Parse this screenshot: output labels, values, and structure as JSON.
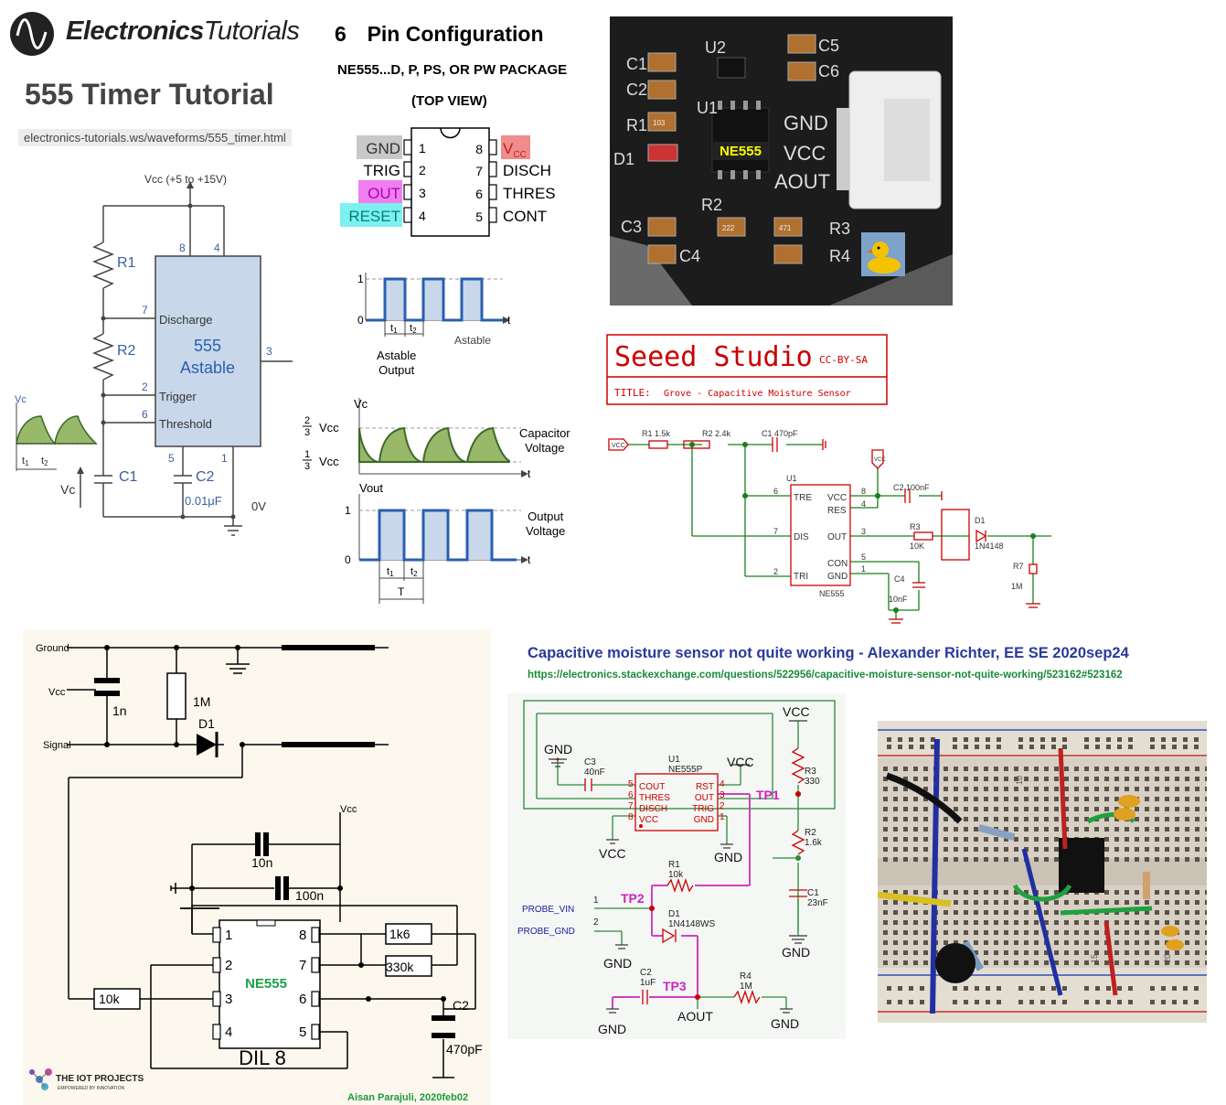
{
  "tutorial": {
    "logo_bold": "Electronics",
    "logo_light": "Tutorials",
    "title": "555 Timer Tutorial",
    "url": "electronics-tutorials.ws/waveforms/555_timer.html",
    "vcc_label": "Vcc (+5 to +15V)",
    "r1": "R1",
    "r2": "R2",
    "c1": "C1",
    "c2": "C2",
    "c2_value": "0.01μF",
    "chip_name": "555",
    "chip_mode": "Astable",
    "discharge": "Discharge",
    "trigger": "Trigger",
    "threshold": "Threshold",
    "pin8": "8",
    "pin4": "4",
    "pin7": "7",
    "pin2": "2",
    "pin6": "6",
    "pin5": "5",
    "pin1": "1",
    "pin3": "3",
    "zero_v": "0V",
    "vc": "Vc",
    "t1": "t",
    "t2": "t",
    "sub1": "1",
    "sub2": "2"
  },
  "pinconfig": {
    "heading_num": "6",
    "heading": "Pin Configuration",
    "package": "NE555...D, P, PS, OR PW PACKAGE",
    "view": "(TOP VIEW)",
    "left_pins": [
      {
        "name": "GND",
        "num": "1",
        "bg": "#c8c8c8"
      },
      {
        "name": "TRIG",
        "num": "2",
        "bg": ""
      },
      {
        "name": "OUT",
        "num": "3",
        "bg": "#f07ef0"
      },
      {
        "name": "RESET",
        "num": "4",
        "bg": "#7ef0f0"
      }
    ],
    "right_pins": [
      {
        "name": "V",
        "sub": "CC",
        "num": "8",
        "bg": "#f08c8c"
      },
      {
        "name": "DISCH",
        "num": "7",
        "bg": ""
      },
      {
        "name": "THRES",
        "num": "6",
        "bg": ""
      },
      {
        "name": "CONT",
        "num": "5",
        "bg": ""
      }
    ]
  },
  "waveforms": {
    "astable_one": "1",
    "astable_zero": "0",
    "t_axis": "t",
    "astable_output": "Astable\nOutput",
    "astable_cut": "Astable",
    "vcc_frac_top_num": "2",
    "vcc_frac_top_den": "3",
    "vcc_frac_bot_num": "1",
    "vcc_frac_bot_den": "3",
    "vcc": "Vcc",
    "vc": "Vc",
    "capacitor_voltage": "Capacitor\nVoltage",
    "vout": "Vout",
    "output_voltage": "Output\nVoltage",
    "big_t": "T"
  },
  "board_photo": {
    "chip_label": "NE555",
    "labels": [
      "U2",
      "C5",
      "C1",
      "C6",
      "C2",
      "U1",
      "R1",
      "GND",
      "D1",
      "VCC",
      "AOUT",
      "R2",
      "C3",
      "R3",
      "C4",
      "R4"
    ],
    "codes": [
      "103",
      "222",
      "471"
    ]
  },
  "seeed": {
    "brand": "Seeed Studio",
    "license": "CC-BY-SA",
    "title_label": "TITLE:",
    "title": "Grove - Capacitive Moisture Sensor",
    "vcc": "VCC",
    "r1": "R1  1.5k",
    "r2": "R2  2.4k",
    "c1": "C1  470pF",
    "u1": "U1",
    "tre": "TRE",
    "vcc_pin": "VCC",
    "res": "RES",
    "dis": "DIS",
    "out": "OUT",
    "con": "CON",
    "tri": "TRI",
    "gnd": "GND",
    "part": "NE555",
    "c2": "C2  100nF",
    "r3": "R3",
    "r3v": "10K",
    "d1": "D1",
    "d1v": "1N4148",
    "r7": "R7",
    "r7v": "1M",
    "c4": "C4",
    "c4v": "10nF",
    "pins": [
      "6",
      "8",
      "4",
      "7",
      "3",
      "5",
      "2",
      "1"
    ]
  },
  "iot": {
    "ground": "Ground",
    "vcc": "Vcc",
    "signal": "Signal",
    "c_1n": "1n",
    "r_1m": "1M",
    "d1": "D1",
    "vcc2": "Vcc",
    "c_10n": "10n",
    "c_100n": "100n",
    "r_1k6": "1k6",
    "r_330k": "330k",
    "r_10k": "10k",
    "chip": "NE555",
    "package": "DIL 8",
    "c2": "C2",
    "c2v": "470pF",
    "pins_left": [
      "1",
      "2",
      "3",
      "4"
    ],
    "pins_right": [
      "8",
      "7",
      "6",
      "5"
    ],
    "brand": "THE IOT PROJECTS",
    "tagline": "EMPOWERED BY INNOVATION",
    "credit": "Aisan Parajuli, 2020feb02"
  },
  "stackexchange": {
    "title": "Capacitive moisture sensor not quite working - Alexander Richter, EE SE 2020sep24",
    "url": "https://electronics.stackexchange.com/questions/522956/capacitive-moisture-sensor-not-quite-working/523162#523162",
    "gnd": "GND",
    "c3": "C3",
    "c3v": "40nF",
    "u1": "U1",
    "u1v": "NE555P",
    "vcc": "VCC",
    "pins_left": [
      "COUT",
      "THRES",
      "DISCH",
      "VCC"
    ],
    "pins_right": [
      "RST",
      "OUT",
      "TRIG",
      "GND"
    ],
    "pin_nums_left": [
      "5",
      "6",
      "7",
      "8"
    ],
    "pin_nums_right": [
      "4",
      "3",
      "2",
      "1"
    ],
    "r3": "R3",
    "r3v": "330",
    "r2": "R2",
    "r2v": "1.6k",
    "c1": "C1",
    "c1v": "23nF",
    "tp1": "TP1",
    "tp2": "TP2",
    "tp3": "TP3",
    "r1": "R1",
    "r1v": "10k",
    "d1": "D1",
    "d1v": "1N4148WS",
    "probe_vin": "PROBE_VIN",
    "probe_gnd": "PROBE_GND",
    "p1": "1",
    "p2": "2",
    "c2": "C2",
    "c2v": "1uF",
    "aout": "AOUT",
    "r4": "R4",
    "r4v": "1M"
  },
  "breadboard": {
    "col_labels": [
      "10",
      "15",
      "20"
    ]
  }
}
